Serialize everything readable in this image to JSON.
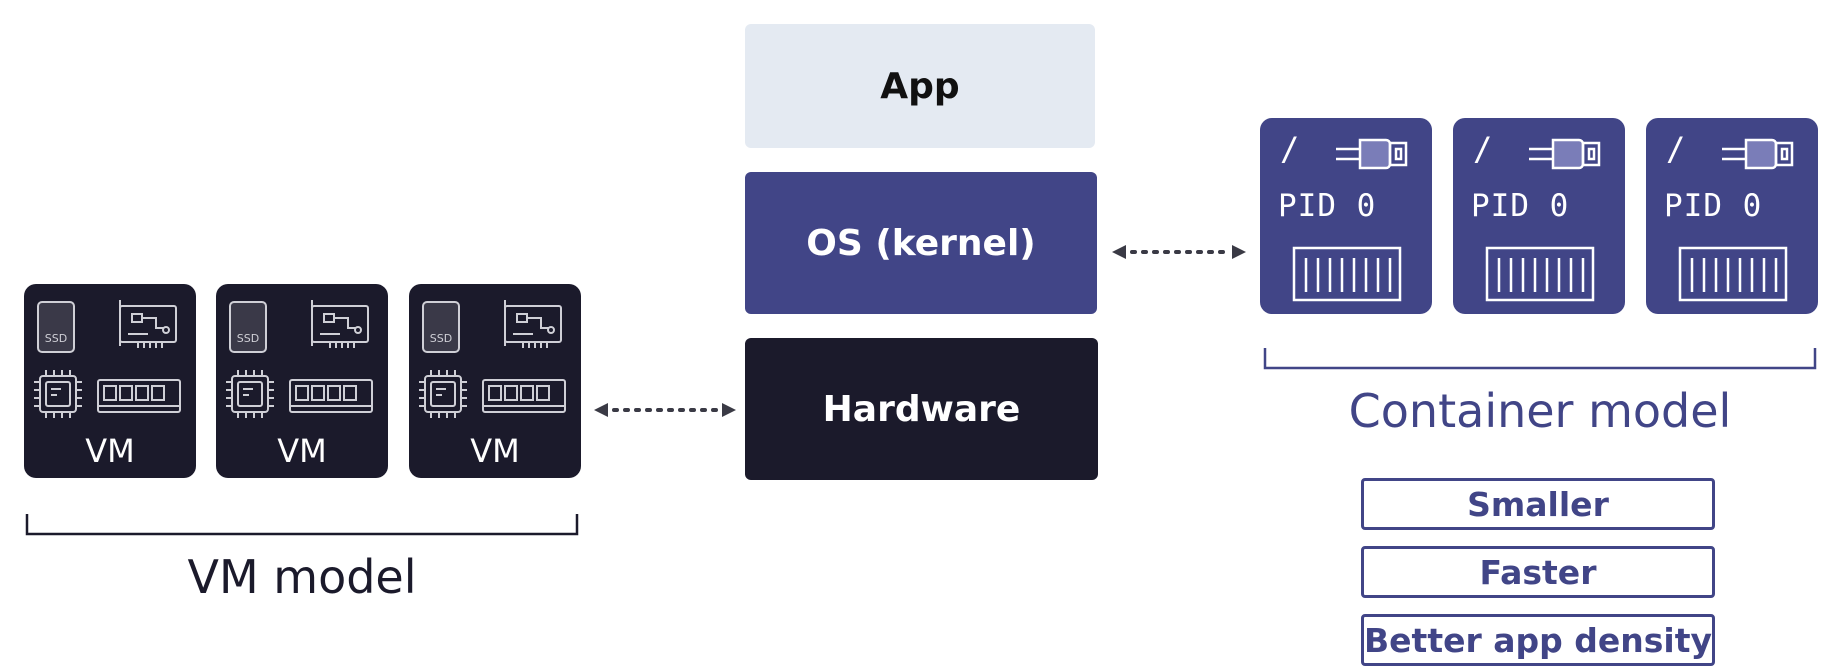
{
  "layers": {
    "app": "App",
    "os": "OS (kernel)",
    "hardware": "Hardware"
  },
  "vm_model": {
    "machines": [
      {
        "label": "VM",
        "ssd_label": "SSD"
      },
      {
        "label": "VM",
        "ssd_label": "SSD"
      },
      {
        "label": "VM",
        "ssd_label": "SSD"
      }
    ],
    "title": "VM model"
  },
  "container_model": {
    "containers": [
      {
        "root": "/",
        "pid": "PID 0"
      },
      {
        "root": "/",
        "pid": "PID 0"
      },
      {
        "root": "/",
        "pid": "PID 0"
      }
    ],
    "title": "Container model"
  },
  "benefits": [
    "Smaller",
    "Faster",
    "Better app density"
  ],
  "colors": {
    "app": "#e4eaf2",
    "os": "#414587",
    "hardware": "#1b1a2b",
    "container": "#414587",
    "vm": "#1b1a2b",
    "arrow": "#3a3a45"
  }
}
